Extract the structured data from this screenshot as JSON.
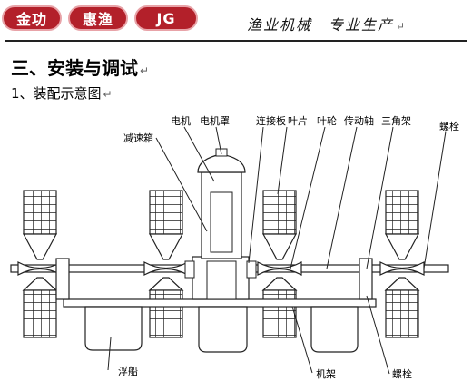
{
  "header": {
    "logos": [
      "金功",
      "惠渔",
      "JG"
    ],
    "slogan": "渔业机械　专业生产"
  },
  "section_title": "三、安装与调试",
  "subsection_title": "1、装配示意图",
  "return_mark": "↵",
  "diagram_labels": {
    "reducer": "减速箱",
    "motor": "电机",
    "motor_cover": "电机罩",
    "connector_plate": "连接板",
    "blade": "叶片",
    "impeller": "叶轮",
    "drive_shaft": "传动轴",
    "tripod": "三角架",
    "bolt_top": "螺栓",
    "float": "浮船",
    "frame": "机架",
    "bolt_bottom": "螺栓"
  }
}
